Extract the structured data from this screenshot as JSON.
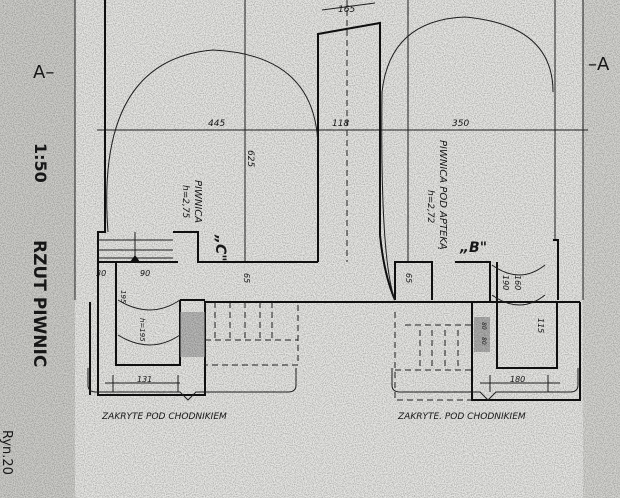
{
  "drawing": {
    "title": "RZUT PIWNIC",
    "scale": "1:50",
    "sheet_ref": "Ryn.20",
    "section_marks": {
      "left": "A–",
      "right": "–A"
    },
    "rooms": [
      {
        "name": "PIWNICA",
        "height": "h=2,75",
        "label": "„C\""
      },
      {
        "name": "PIWNICA POD APTEKĄ",
        "height": "h=2,72",
        "label": "„B\""
      }
    ],
    "dimensions": {
      "top": "165",
      "left_width": "445",
      "corridor_width": "118",
      "right_width": "350",
      "depth": "625",
      "left_30": "30",
      "left_90": "90",
      "left_195": "195",
      "left_h195": "h=195",
      "left_65": "65",
      "right_65": "65",
      "right_190": "190",
      "right_160": "160",
      "right_115": "115",
      "right_80a": "80",
      "right_80b": "80",
      "bottom_left": "131",
      "bottom_right": "180"
    },
    "notes": {
      "left": "ZAKRYTE POD CHODNIKIEM",
      "right": "ZAKRYTE. POD CHODNIKIEM"
    }
  }
}
